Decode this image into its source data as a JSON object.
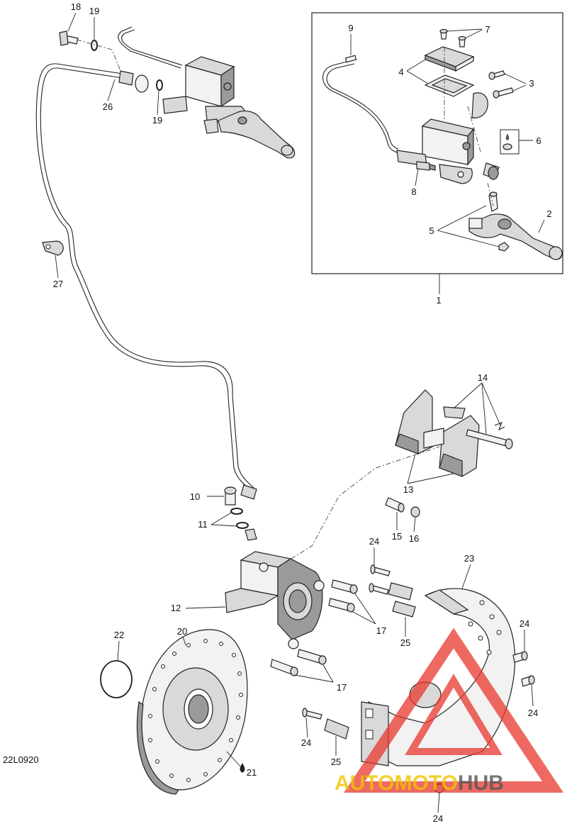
{
  "figure": {
    "code": "22L0920"
  },
  "callouts": {
    "n1": "1",
    "n2": "2",
    "n3": "3",
    "n4": "4",
    "n5": "5",
    "n6": "6",
    "n7": "7",
    "n8": "8",
    "n9": "9",
    "n10": "10",
    "n11": "11",
    "n12": "12",
    "n13": "13",
    "n14": "14",
    "n15": "15",
    "n16": "16",
    "n17": "17",
    "n18": "18",
    "n19": "19",
    "n20": "20",
    "n21": "21",
    "n22": "22",
    "n23": "23",
    "n24": "24",
    "n25": "25",
    "n26": "26",
    "n27": "27"
  },
  "watermark": {
    "text_part1": "AUTOMOTO",
    "text_part2": "HUB",
    "color_primary": "#e8382e",
    "color_secondary": "#f2c200",
    "color_dark": "#555555"
  },
  "colors": {
    "line": "#222222",
    "part_fill": "#d9d9d9",
    "background": "#ffffff"
  }
}
